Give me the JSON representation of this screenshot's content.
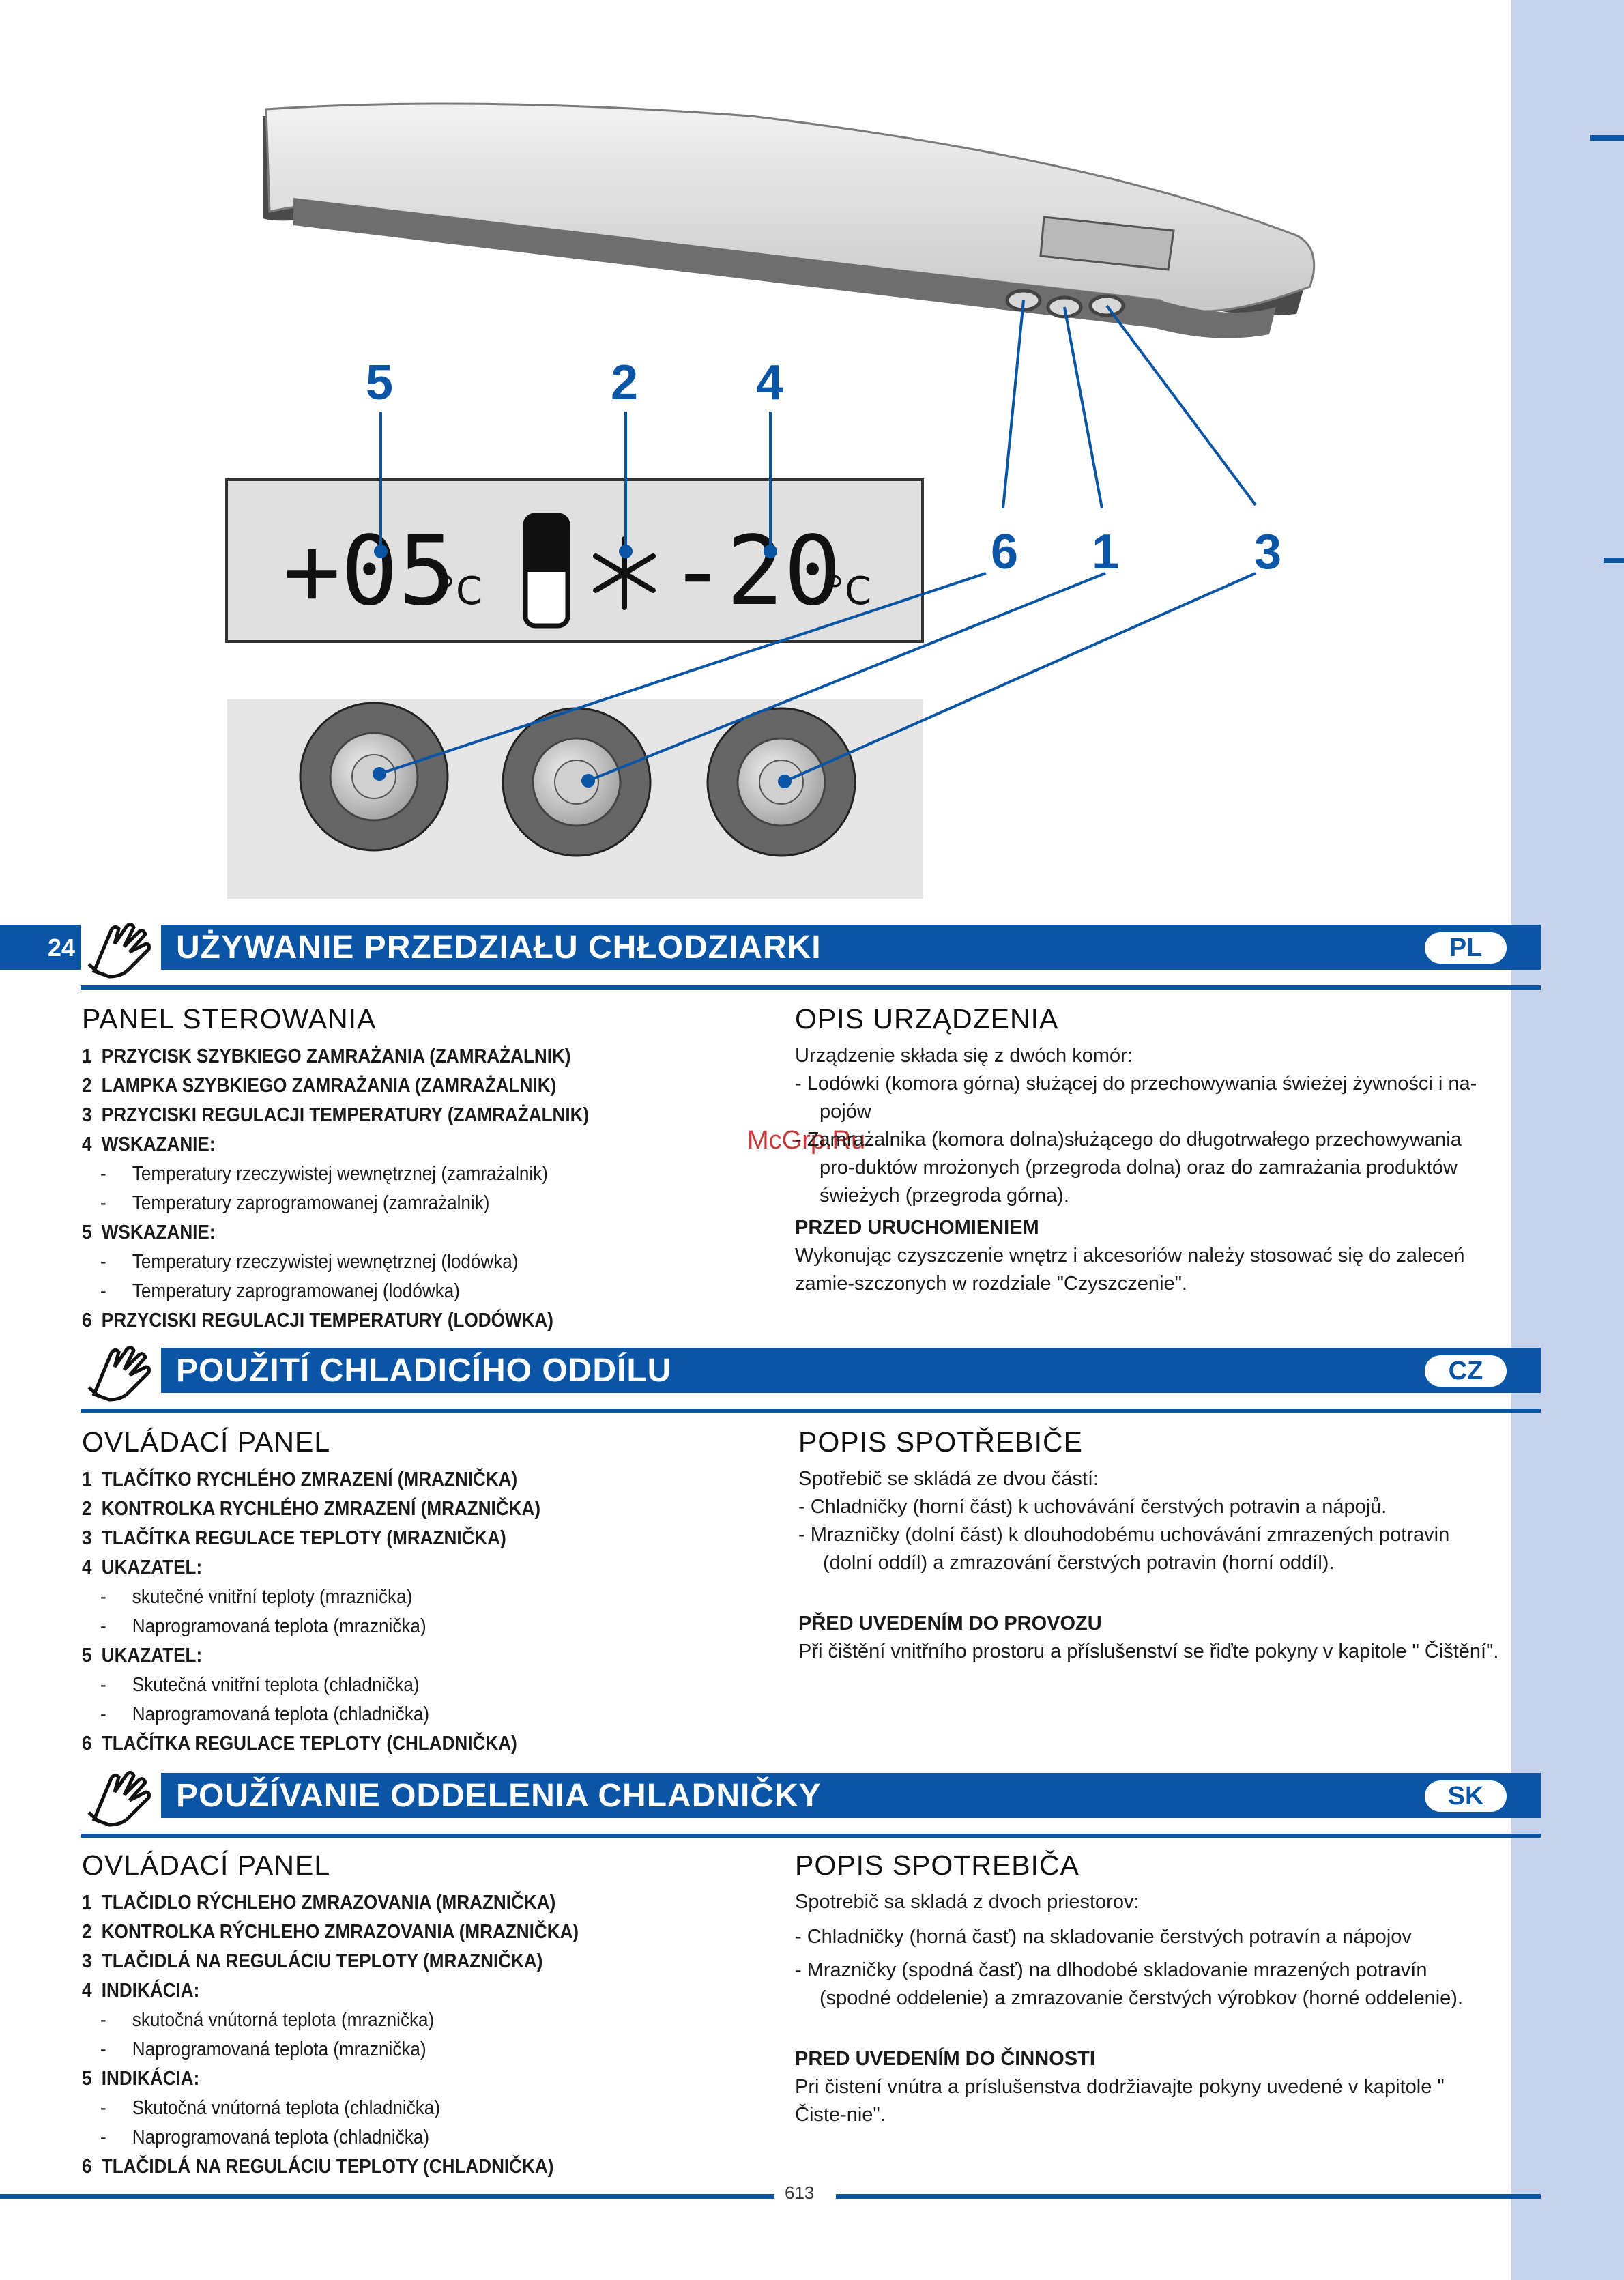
{
  "page_number": "24",
  "footer_number": "613",
  "watermark": "McGrp.Ru",
  "diagram": {
    "callouts": [
      "5",
      "2",
      "4",
      "6",
      "1",
      "3"
    ],
    "display_left": "+05",
    "display_unit": "°C",
    "display_right": "-20",
    "colors": {
      "accent": "#0a55a5",
      "sidebar": "#c5d3ec"
    }
  },
  "sections": [
    {
      "lang": "PL",
      "title": "UŻYWANIE PRZEDZIAŁU CHŁODZIARKI",
      "left_heading": "PANEL STEROWANIA",
      "items": [
        {
          "n": "1",
          "text": "PRZYCISK SZYBKIEGO ZAMRAŻANIA (ZAMRAŻALNIK)"
        },
        {
          "n": "2",
          "text": "LAMPKA SZYBKIEGO ZAMRAŻANIA (ZAMRAŻALNIK)"
        },
        {
          "n": "3",
          "text": "PRZYCISKI REGULACJI TEMPERATURY (ZAMRAŻALNIK)"
        },
        {
          "n": "4",
          "text": "WSKAZANIE:",
          "subs": [
            "Temperatury rzeczywistej wewnętrznej (zamrażalnik)",
            "Temperatury zaprogramowanej (zamrażalnik)"
          ]
        },
        {
          "n": "5",
          "text": "WSKAZANIE:",
          "subs": [
            "Temperatury rzeczywistej wewnętrznej (lodówka)",
            "Temperatury zaprogramowanej (lodówka)"
          ]
        },
        {
          "n": "6",
          "text": "PRZYCISKI REGULACJI TEMPERATURY (LODÓWKA)"
        }
      ],
      "right_heading": "OPIS URZĄDZENIA",
      "intro": "Urządzenie składa się z dwóch komór:",
      "bullets": [
        "-  Lodówki (komora górna) służącej do przechowywania świeżej żywności i na-pojów",
        "-  Zamrażalnika (komora dolna)służącego do długotrwałego przechowywania pro-duktów mrożonych (przegroda dolna) oraz do zamrażania produktów świeżych (przegroda górna)."
      ],
      "subheading": "PRZED URUCHOMIENIEM",
      "note": "Wykonując czyszczenie wnętrz i akcesoriów należy stosować się do zaleceń zamie-szczonych w rozdziale \"Czyszczenie\"."
    },
    {
      "lang": "CZ",
      "title": "POUŽITÍ CHLADICÍHO ODDÍLU",
      "left_heading": "OVLÁDACÍ PANEL",
      "items": [
        {
          "n": "1",
          "text": "TLAČÍTKO RYCHLÉHO ZMRAZENÍ (MRAZNIČKA)"
        },
        {
          "n": "2",
          "text": "KONTROLKA RYCHLÉHO ZMRAZENÍ (MRAZNIČKA)"
        },
        {
          "n": "3",
          "text": "TLAČÍTKA REGULACE TEPLOTY (MRAZNIČKA)"
        },
        {
          "n": "4",
          "text": "UKAZATEL:",
          "subs": [
            "skutečné vnitřní teploty (mraznička)",
            "Naprogramovaná teplota (mraznička)"
          ]
        },
        {
          "n": "5",
          "text": "UKAZATEL:",
          "subs": [
            "Skutečná vnitřní teplota (chladnička)",
            "Naprogramovaná teplota (chladnička)"
          ]
        },
        {
          "n": "6",
          "text": "TLAČÍTKA REGULACE TEPLOTY (CHLADNIČKA)"
        }
      ],
      "right_heading": "POPIS SPOTŘEBIČE",
      "intro": "Spotřebič se skládá ze dvou částí:",
      "bullets": [
        "-  Chladničky (horní část) k uchovávání čerstvých potravin a nápojů.",
        "-  Mrazničky (dolní část) k dlouhodobému uchovávání zmrazených potravin (dolní oddíl) a zmrazování čerstvých potravin (horní oddíl)."
      ],
      "subheading": "PŘED UVEDENÍM DO PROVOZU",
      "note": "Při čištění vnitřního prostoru a příslušenství se řiďte pokyny v kapitole \" Čištění\"."
    },
    {
      "lang": "SK",
      "title": "POUŽÍVANIE ODDELENIA CHLADNIČKY",
      "left_heading": "OVLÁDACÍ PANEL",
      "items": [
        {
          "n": "1",
          "text": "TLAČIDLO RÝCHLEHO ZMRAZOVANIA (MRAZNIČKA)"
        },
        {
          "n": "2",
          "text": "KONTROLKA RÝCHLEHO ZMRAZOVANIA (MRAZNIČKA)"
        },
        {
          "n": "3",
          "text": "TLAČIDLÁ NA REGULÁCIU TEPLOTY (MRAZNIČKA)"
        },
        {
          "n": "4",
          "text": "INDIKÁCIA:",
          "subs": [
            "skutočná vnútorná teplota (mraznička)",
            "Naprogramovaná teplota (mraznička)"
          ]
        },
        {
          "n": "5",
          "text": "INDIKÁCIA:",
          "subs": [
            "Skutočná vnútorná teplota (chladnička)",
            "Naprogramovaná teplota (chladnička)"
          ]
        },
        {
          "n": "6",
          "text": "TLAČIDLÁ NA REGULÁCIU TEPLOTY (CHLADNIČKA)"
        }
      ],
      "right_heading": "POPIS SPOTREBIČA",
      "intro": "Spotrebič sa skladá z dvoch priestorov:",
      "bullets": [
        "-  Chladničky (horná časť) na skladovanie čerstvých potravín a nápojov",
        "-  Mrazničky (spodná časť) na dlhodobé skladovanie mrazených potravín (spodné oddelenie) a zmrazovanie čerstvých výrobkov (horné oddelenie)."
      ],
      "subheading": "PRED UVEDENÍM DO ČINNOSTI",
      "note": "Pri čistení vnútra a príslušenstva dodržiavajte pokyny uvedené v kapitole \" Čiste-nie\"."
    }
  ]
}
